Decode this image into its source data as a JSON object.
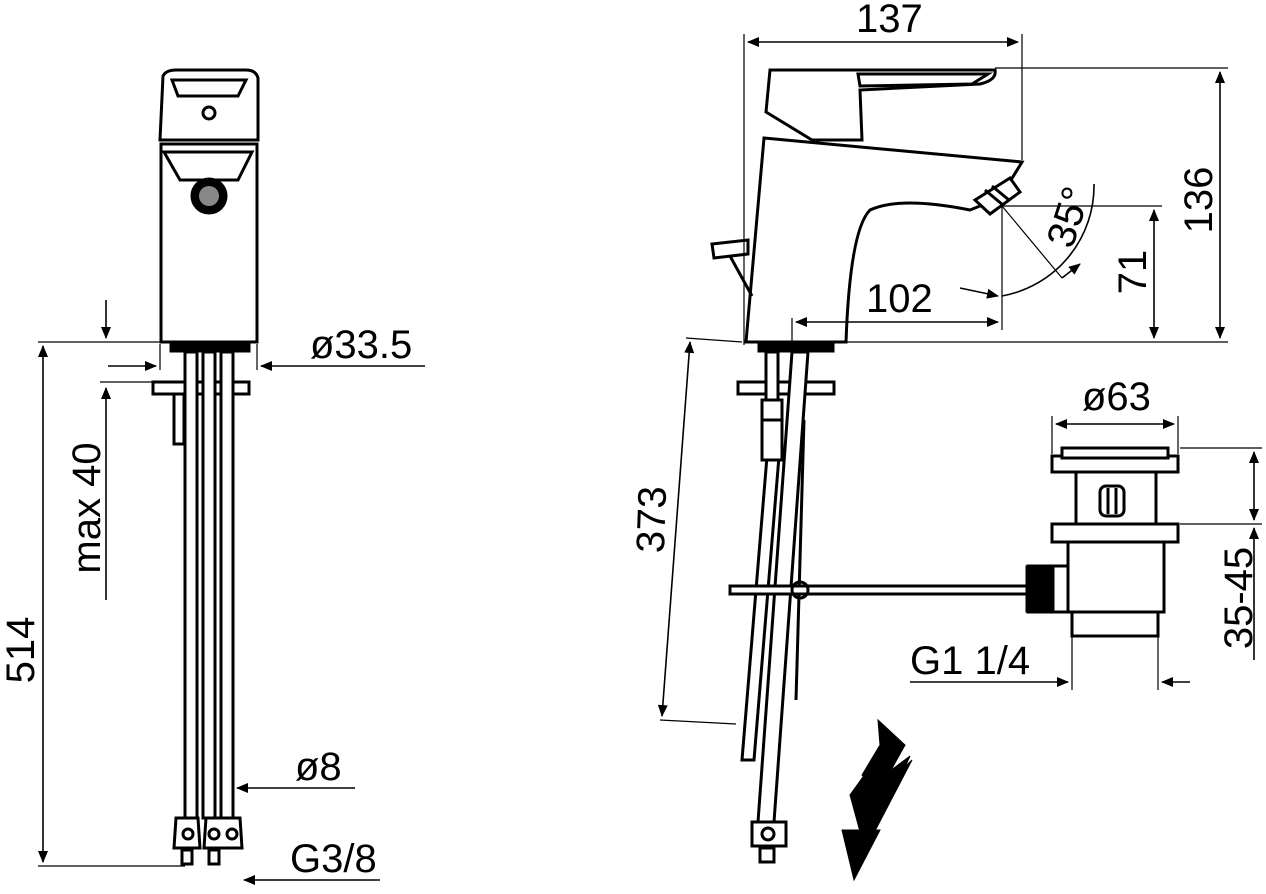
{
  "dimensions": {
    "overall_width": "137",
    "body_diameter": "ø33.5",
    "overall_height": "136",
    "spout_height": "71",
    "spout_angle": "35°",
    "spout_reach": "102",
    "max_deck_thickness": "max 40",
    "hose_total_length": "514",
    "hose_length": "373",
    "hose_diameter": "ø8",
    "connection_thread": "G3/8",
    "waste_diameter": "ø63",
    "waste_thread": "G1 1/4",
    "waste_range": "35-45"
  }
}
